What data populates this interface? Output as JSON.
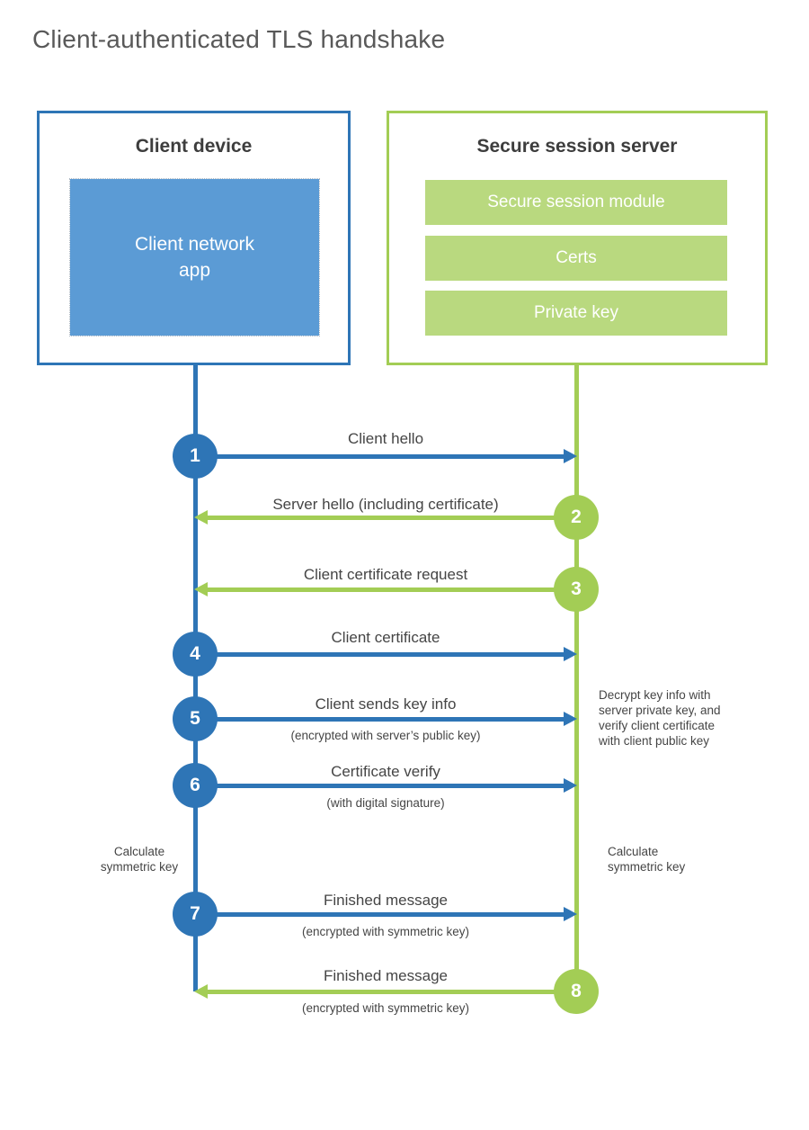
{
  "title": "Client-authenticated TLS handshake",
  "client": {
    "heading": "Client device",
    "app": "Client network\napp"
  },
  "server": {
    "heading": "Secure session server",
    "modules": [
      "Secure session module",
      "Certs",
      "Private key"
    ]
  },
  "steps": [
    {
      "num": "1",
      "label": "Client hello",
      "direction": "client-to-server"
    },
    {
      "num": "2",
      "label": "Server hello (including certificate)",
      "direction": "server-to-client"
    },
    {
      "num": "3",
      "label": "Client certificate request",
      "direction": "server-to-client"
    },
    {
      "num": "4",
      "label": "Client certificate",
      "direction": "client-to-server"
    },
    {
      "num": "5",
      "label": "Client sends key info",
      "sub": "(encrypted with server’s public key)",
      "direction": "client-to-server"
    },
    {
      "num": "6",
      "label": "Certificate verify",
      "sub": "(with digital signature)",
      "direction": "client-to-server"
    },
    {
      "num": "7",
      "label": "Finished message",
      "sub": "(encrypted with symmetric key)",
      "direction": "client-to-server"
    },
    {
      "num": "8",
      "label": "Finished message",
      "sub": "(encrypted with symmetric key)",
      "direction": "server-to-client"
    }
  ],
  "annotations": {
    "decrypt_note": "Decrypt key info with\nserver private key, and\nverify client certificate\nwith client public key",
    "calculate_left": "Calculate\nsymmetric key",
    "calculate_right": "Calculate\nsymmetric key"
  },
  "colors": {
    "client_blue": "#2e75b6",
    "client_blue_fill": "#5b9bd5",
    "server_green": "#a3cd55",
    "server_green_fill": "#b9d97f"
  }
}
